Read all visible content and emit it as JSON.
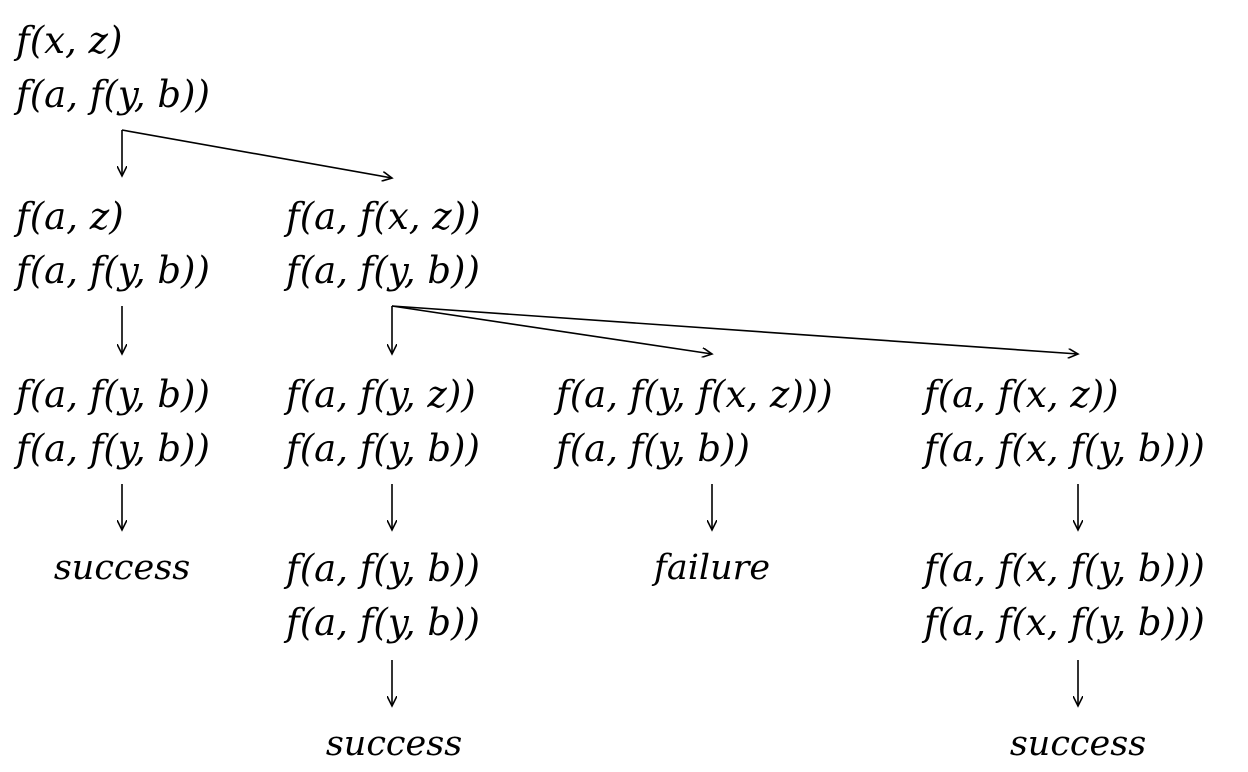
{
  "diagram": {
    "root": {
      "line1": "f(x, z)",
      "line2": "f(a, f(y, b))"
    },
    "level1": {
      "left": {
        "line1": "f(a, z)",
        "line2": "f(a, f(y, b))"
      },
      "right": {
        "line1": "f(a, f(x, z))",
        "line2": "f(a, f(y, b))"
      }
    },
    "level2": {
      "a": {
        "line1": "f(a, f(y, b))",
        "line2": "f(a, f(y, b))"
      },
      "b": {
        "line1": "f(a, f(y, z))",
        "line2": "f(a, f(y, b))"
      },
      "c": {
        "line1": "f(a, f(y, f(x, z)))",
        "line2": "f(a, f(y, b))"
      },
      "d": {
        "line1": "f(a, f(x, z))",
        "line2": "f(a, f(x, f(y, b)))"
      }
    },
    "level3": {
      "a_result": "success",
      "b": {
        "line1": "f(a, f(y, b))",
        "line2": "f(a, f(y, b))"
      },
      "c_result": "failure",
      "d": {
        "line1": "f(a, f(x, f(y, b)))",
        "line2": "f(a, f(x, f(y, b)))"
      }
    },
    "level4": {
      "b_result": "success",
      "d_result": "success"
    }
  }
}
